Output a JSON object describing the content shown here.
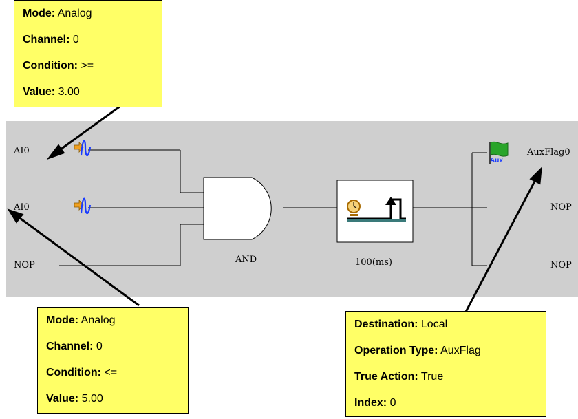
{
  "callouts": {
    "input1": {
      "mode_key": "Mode:",
      "mode_val": "Analog",
      "channel_key": "Channel:",
      "channel_val": "0",
      "condition_key": "Condition:",
      "condition_val": ">=",
      "value_key": "Value:",
      "value_val": "3.00"
    },
    "input2": {
      "mode_key": "Mode:",
      "mode_val": "Analog",
      "channel_key": "Channel:",
      "channel_val": "0",
      "condition_key": "Condition:",
      "condition_val": "<=",
      "value_key": "Value:",
      "value_val": "5.00"
    },
    "output": {
      "destination_key": "Destination:",
      "destination_val": "Local",
      "optype_key": "Operation Type:",
      "optype_val": "AuxFlag",
      "trueaction_key": "True Action:",
      "trueaction_val": "True",
      "index_key": "Index:",
      "index_val": "0"
    }
  },
  "inputs": [
    {
      "label": "AI0",
      "icon": "analog-input-icon"
    },
    {
      "label": "AI0",
      "icon": "analog-input-icon"
    },
    {
      "label": "NOP"
    }
  ],
  "gate": {
    "label": "AND"
  },
  "timer": {
    "label": "100(ms)",
    "icon": "timer-pulse-icon"
  },
  "outputs": [
    {
      "label": "AuxFlag0",
      "icon": "aux-flag-icon",
      "icon_text": "Aux"
    },
    {
      "label": "NOP"
    },
    {
      "label": "NOP"
    }
  ],
  "colors": {
    "panel": "#cfcfcf",
    "callout": "#ffff66",
    "analog_wave": "#1a3cff",
    "arrow_icon": "#f0a020",
    "flag": "#2aa52a"
  }
}
